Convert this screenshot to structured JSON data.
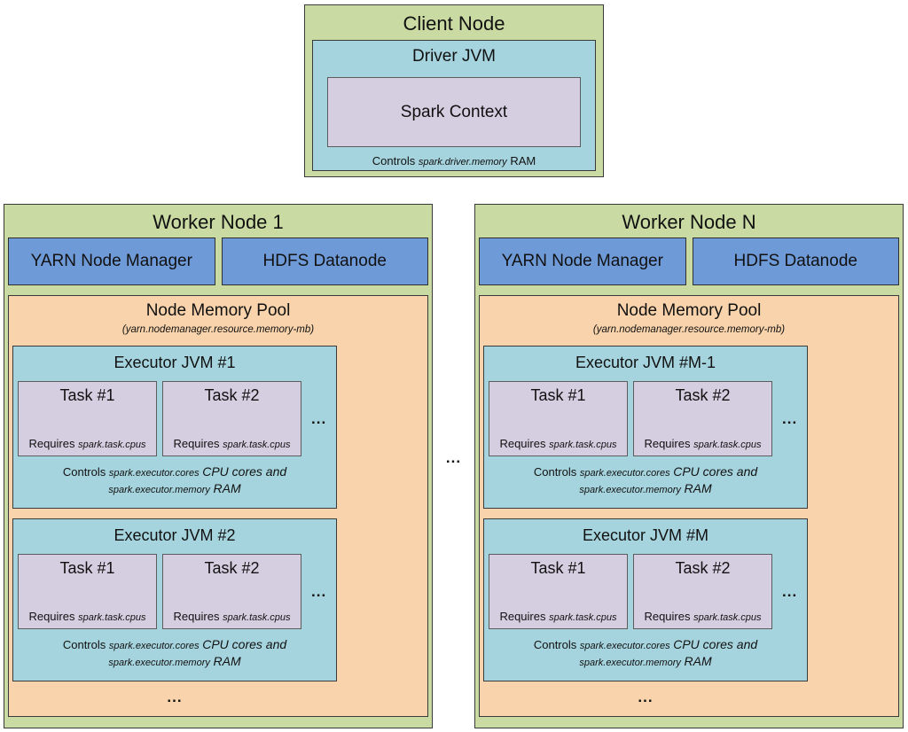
{
  "colors": {
    "node_green": "#c9dba3",
    "jvm_cyan": "#a5d4de",
    "task_lavender": "#d5cde0",
    "service_blue": "#6f9ad8",
    "pool_orange": "#f8d3ab"
  },
  "client_node": {
    "title": "Client Node",
    "driver_jvm": {
      "title": "Driver JVM",
      "spark_context_label": "Spark Context",
      "controls": {
        "prefix": "Controls",
        "memory_property": "spark.driver.memory",
        "suffix": "RAM"
      }
    }
  },
  "middle_ellipsis": "...",
  "workers": [
    {
      "title": "Worker Node 1",
      "yarn_label": "YARN Node Manager",
      "hdfs_label": "HDFS Datanode",
      "memory_pool": {
        "title": "Node Memory Pool",
        "subtitle": "(yarn.nodemanager.resource.memory-mb)",
        "ellipsis": "...",
        "executors": [
          {
            "title": "Executor JVM #1",
            "tasks": [
              {
                "title": "Task #1",
                "requires_prefix": "Requires",
                "requires_property": "spark.task.cpus"
              },
              {
                "title": "Task #2",
                "requires_prefix": "Requires",
                "requires_property": "spark.task.cpus"
              }
            ],
            "tasks_ellipsis": "...",
            "controls": {
              "prefix": "Controls",
              "cores_property": "spark.executor.cores",
              "middle": "CPU cores and",
              "memory_property": "spark.executor.memory",
              "suffix": "RAM"
            }
          },
          {
            "title": "Executor JVM #2",
            "tasks": [
              {
                "title": "Task #1",
                "requires_prefix": "Requires",
                "requires_property": "spark.task.cpus"
              },
              {
                "title": "Task #2",
                "requires_prefix": "Requires",
                "requires_property": "spark.task.cpus"
              }
            ],
            "tasks_ellipsis": "...",
            "controls": {
              "prefix": "Controls",
              "cores_property": "spark.executor.cores",
              "middle": "CPU cores and",
              "memory_property": "spark.executor.memory",
              "suffix": "RAM"
            }
          }
        ]
      }
    },
    {
      "title": "Worker Node N",
      "yarn_label": "YARN Node Manager",
      "hdfs_label": "HDFS Datanode",
      "memory_pool": {
        "title": "Node Memory Pool",
        "subtitle": "(yarn.nodemanager.resource.memory-mb)",
        "ellipsis": "...",
        "executors": [
          {
            "title": "Executor JVM #M-1",
            "tasks": [
              {
                "title": "Task #1",
                "requires_prefix": "Requires",
                "requires_property": "spark.task.cpus"
              },
              {
                "title": "Task #2",
                "requires_prefix": "Requires",
                "requires_property": "spark.task.cpus"
              }
            ],
            "tasks_ellipsis": "...",
            "controls": {
              "prefix": "Controls",
              "cores_property": "spark.executor.cores",
              "middle": "CPU cores and",
              "memory_property": "spark.executor.memory",
              "suffix": "RAM"
            }
          },
          {
            "title": "Executor JVM #M",
            "tasks": [
              {
                "title": "Task #1",
                "requires_prefix": "Requires",
                "requires_property": "spark.task.cpus"
              },
              {
                "title": "Task #2",
                "requires_prefix": "Requires",
                "requires_property": "spark.task.cpus"
              }
            ],
            "tasks_ellipsis": "...",
            "controls": {
              "prefix": "Controls",
              "cores_property": "spark.executor.cores",
              "middle": "CPU cores and",
              "memory_property": "spark.executor.memory",
              "suffix": "RAM"
            }
          }
        ]
      }
    }
  ]
}
